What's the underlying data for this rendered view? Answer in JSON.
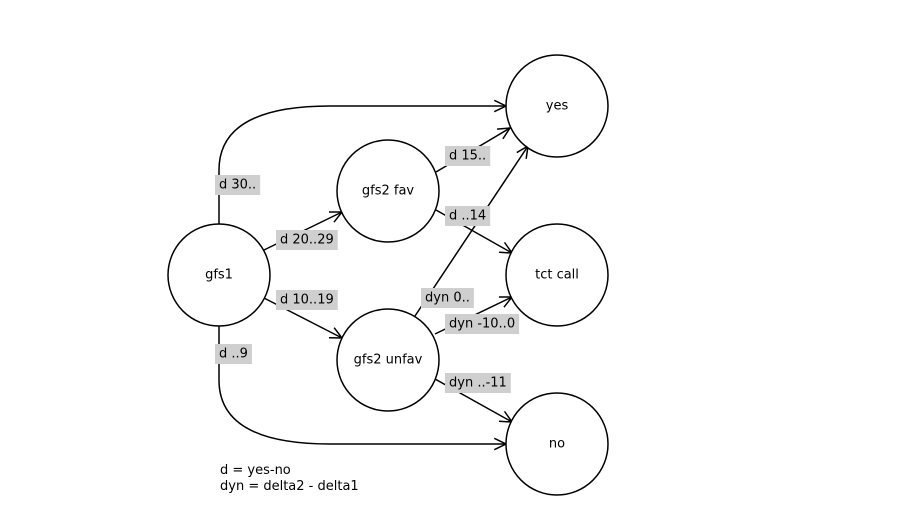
{
  "diagram": {
    "nodes": [
      {
        "id": "gfs1",
        "label": "gfs1"
      },
      {
        "id": "gfs2fav",
        "label": "gfs2 fav"
      },
      {
        "id": "gfs2unfav",
        "label": "gfs2 unfav"
      },
      {
        "id": "yes",
        "label": "yes"
      },
      {
        "id": "tct",
        "label": "tct call"
      },
      {
        "id": "no",
        "label": "no"
      }
    ],
    "edges": [
      {
        "from": "gfs1",
        "to": "yes",
        "label": "d 30.."
      },
      {
        "from": "gfs1",
        "to": "gfs2fav",
        "label": "d 20..29"
      },
      {
        "from": "gfs1",
        "to": "gfs2unfav",
        "label": "d 10..19"
      },
      {
        "from": "gfs1",
        "to": "no",
        "label": "d ..9"
      },
      {
        "from": "gfs2fav",
        "to": "yes",
        "label": "d 15.."
      },
      {
        "from": "gfs2fav",
        "to": "tct",
        "label": "d ..14"
      },
      {
        "from": "gfs2unfav",
        "to": "yes",
        "label": "dyn 0.."
      },
      {
        "from": "gfs2unfav",
        "to": "tct",
        "label": "dyn -10..0"
      },
      {
        "from": "gfs2unfav",
        "to": "no",
        "label": "dyn ..-11"
      }
    ],
    "legend": [
      "d = yes-no",
      "dyn = delta2 - delta1"
    ]
  }
}
